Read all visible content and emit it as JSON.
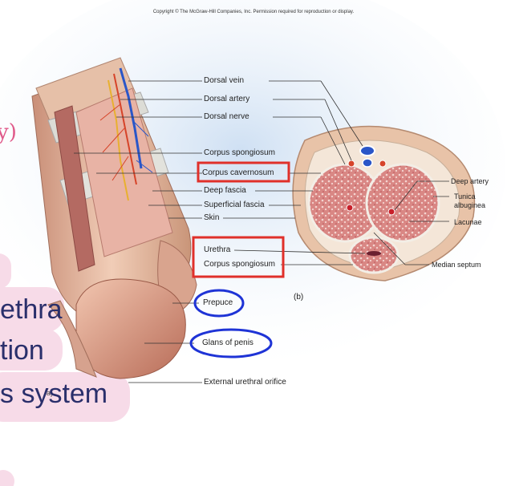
{
  "copyright": "Copyright © The McGraw-Hill Companies, Inc. Permission required for reproduction or display.",
  "handwriting": "y)",
  "overlay_lines": [
    "ethra",
    "tion",
    "s system"
  ],
  "panel_a_label": "a)",
  "panel_b_label": "(b)",
  "labels": {
    "dorsal_vein": "Dorsal vein",
    "dorsal_artery": "Dorsal artery",
    "dorsal_nerve": "Dorsal nerve",
    "corpus_spongiosum_top": "Corpus spongiosum",
    "corpus_cavernosum": "Corpus cavernosum",
    "deep_fascia": "Deep fascia",
    "superficial_fascia": "Superficial fascia",
    "skin": "Skin",
    "urethra": "Urethra",
    "corpus_spongiosum": "Corpus spongiosum",
    "prepuce": "Prepuce",
    "glans_of_penis": "Glans of penis",
    "external_urethral_orifice": "External urethral orifice",
    "deep_artery": "Deep artery",
    "tunica_albuginea_1": "Tunica",
    "tunica_albuginea_2": "albuginea",
    "lacunae": "Lacunae",
    "median_septum": "Median septum"
  },
  "highlight_colors": {
    "red_box": "#e0302a",
    "blue_ellipse": "#1e33d6",
    "pill": "#f7dbe8"
  }
}
